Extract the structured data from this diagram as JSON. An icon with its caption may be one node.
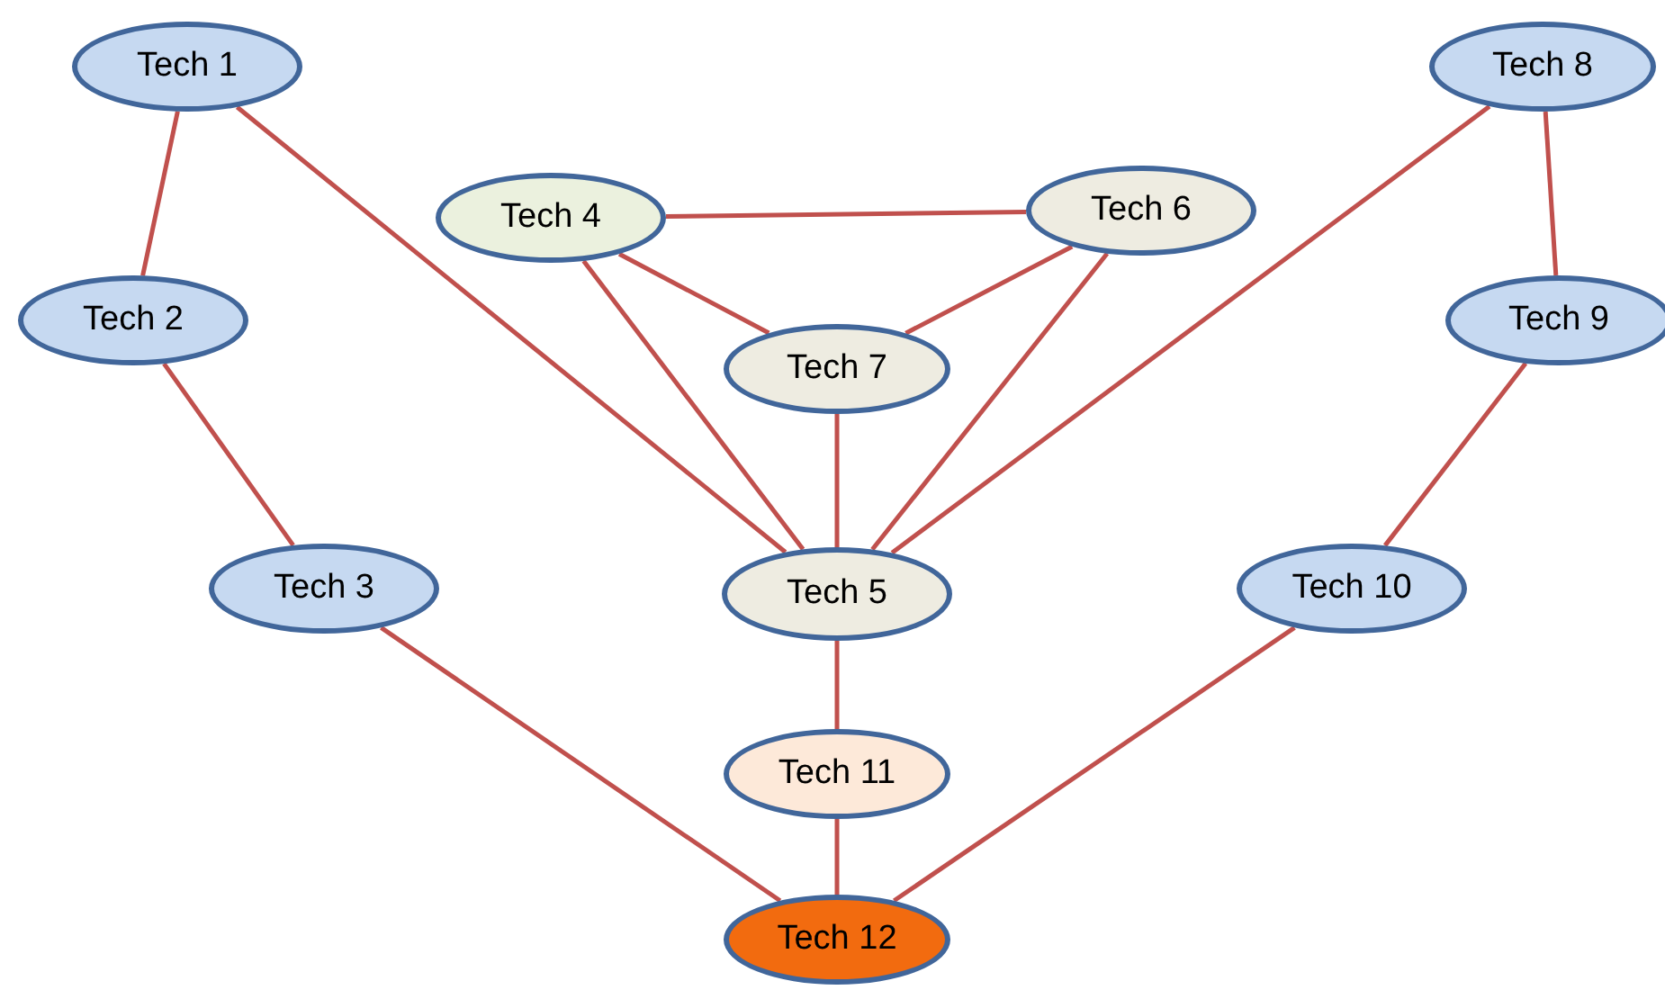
{
  "diagram": {
    "nodes": [
      {
        "text": [
          "Tech 1"
        ]
      },
      {
        "text": [
          "Tech 2"
        ]
      },
      {
        "text": [
          "Tech 3"
        ]
      },
      {
        "text": [
          "Tech 4"
        ]
      },
      {
        "text": [
          "Tech 5"
        ]
      },
      {
        "text": [
          "Tech 6"
        ]
      },
      {
        "text": [
          "Tech 7"
        ]
      },
      {
        "text": [
          "Tech 8"
        ]
      },
      {
        "text": [
          "Tech 9"
        ]
      },
      {
        "text": [
          "Tech 10"
        ]
      },
      {
        "text": [
          "Tech 11"
        ]
      },
      {
        "text": [
          "Tech 12"
        ]
      }
    ],
    "edges": [
      {
        "from": 0,
        "to": 1,
        "arrow": "none"
      },
      {
        "from": 1,
        "to": 2,
        "arrow": "none"
      },
      {
        "from": 0,
        "to": 4,
        "arrow": "none"
      },
      {
        "from": 2,
        "to": 11,
        "arrow": "none"
      },
      {
        "from": 3,
        "to": 5,
        "arrow": "none"
      },
      {
        "from": 3,
        "to": 6,
        "arrow": "none"
      },
      {
        "from": 5,
        "to": 6,
        "arrow": "none"
      },
      {
        "from": 3,
        "to": 4,
        "arrow": "none"
      },
      {
        "from": 5,
        "to": 4,
        "arrow": "none"
      },
      {
        "from": 6,
        "to": 4,
        "arrow": "none"
      },
      {
        "from": 7,
        "to": 8,
        "arrow": "none"
      },
      {
        "from": 7,
        "to": 4,
        "arrow": "none"
      },
      {
        "from": 8,
        "to": 9,
        "arrow": "none"
      },
      {
        "from": 9,
        "to": 11,
        "arrow": "none"
      },
      {
        "from": 4,
        "to": 10,
        "arrow": "none"
      },
      {
        "from": 10,
        "to": 11,
        "arrow": "none"
      }
    ]
  }
}
